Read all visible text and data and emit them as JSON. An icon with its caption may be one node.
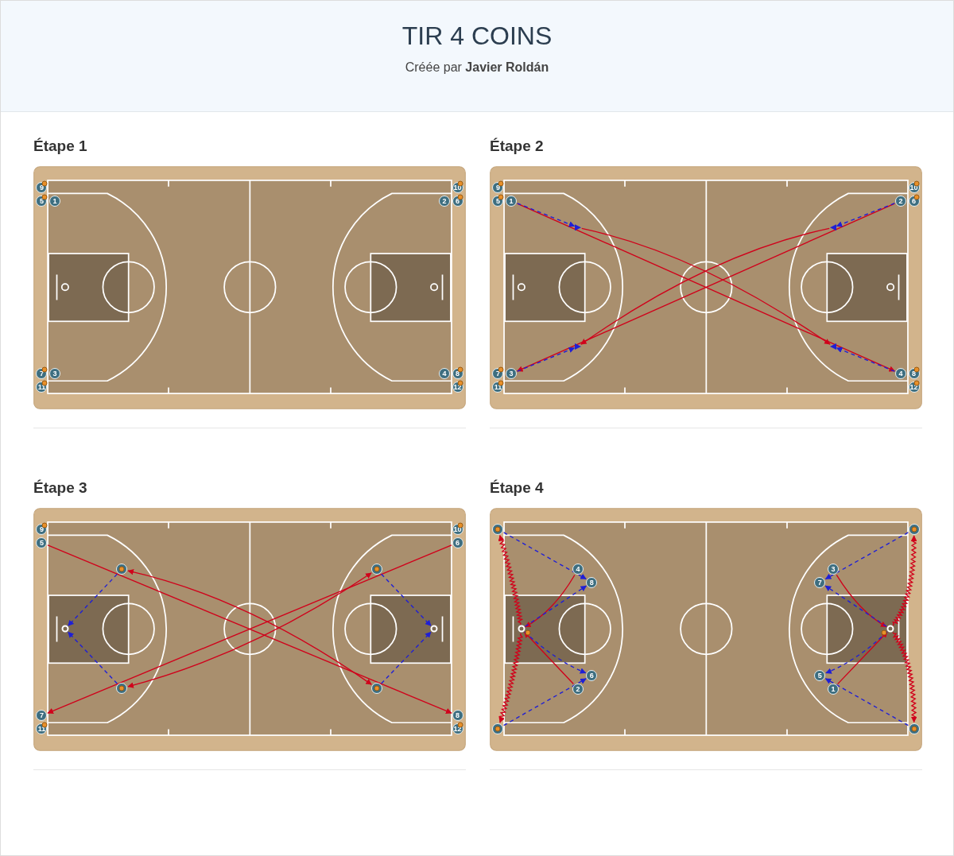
{
  "diagram": {
    "title": "TIR 4 COINS",
    "caption": "Créée par **Javier Roldán**",
    "nodes": [
      {
        "text": [
          "Étape 1"
        ]
      },
      {
        "text": [
          "9"
        ],
        "in": 0
      },
      {
        "text": [
          "10"
        ],
        "in": 0
      },
      {
        "text": [
          "5"
        ],
        "in": 0
      },
      {
        "text": [
          "1"
        ],
        "in": 0
      },
      {
        "text": [
          "2"
        ],
        "in": 0
      },
      {
        "text": [
          "6"
        ],
        "in": 0
      },
      {
        "text": [
          "7"
        ],
        "in": 0
      },
      {
        "text": [
          "3"
        ],
        "in": 0
      },
      {
        "text": [
          "4"
        ],
        "in": 0
      },
      {
        "text": [
          "8"
        ],
        "in": 0
      },
      {
        "text": [
          "11"
        ],
        "in": 0
      },
      {
        "text": [
          "12"
        ],
        "in": 0
      },
      {
        "text": [
          "Étape 2"
        ]
      },
      {
        "text": [
          "9"
        ],
        "in": 13
      },
      {
        "text": [
          "10"
        ],
        "in": 13
      },
      {
        "text": [
          "5"
        ],
        "in": 13
      },
      {
        "text": [
          "1"
        ],
        "in": 13
      },
      {
        "text": [
          "2"
        ],
        "in": 13
      },
      {
        "text": [
          "6"
        ],
        "in": 13
      },
      {
        "text": [],
        "shape": "triangle",
        "in": 13
      },
      {
        "text": [],
        "shape": "triangle",
        "in": 13
      },
      {
        "text": [],
        "shape": "triangle",
        "in": 13
      },
      {
        "text": [],
        "shape": "triangle",
        "in": 13
      },
      {
        "text": [
          "7"
        ],
        "in": 13
      },
      {
        "text": [
          "3"
        ],
        "in": 13
      },
      {
        "text": [
          "4"
        ],
        "in": 13
      },
      {
        "text": [
          "8"
        ],
        "in": 13
      },
      {
        "text": [
          "11"
        ],
        "in": 13
      },
      {
        "text": [
          "12"
        ],
        "in": 13
      },
      {
        "text": [
          "Étape 3"
        ]
      },
      {
        "text": [
          "9"
        ],
        "in": 30
      },
      {
        "text": [
          "10"
        ],
        "in": 30
      },
      {
        "text": [
          "5"
        ],
        "in": 30
      },
      {
        "text": [
          "6"
        ],
        "in": 30
      },
      {
        "text": [],
        "shape": "circle",
        "in": 30
      },
      {
        "text": [],
        "shape": "circle",
        "in": 30
      },
      {
        "text": [],
        "shape": "circle",
        "in": 30
      },
      {
        "text": [],
        "shape": "circle",
        "in": 30
      },
      {
        "text": [],
        "shape": "circle",
        "in": 30
      },
      {
        "text": [],
        "shape": "circle",
        "in": 30
      },
      {
        "text": [
          "7"
        ],
        "in": 30
      },
      {
        "text": [
          "8"
        ],
        "in": 30
      },
      {
        "text": [
          "11"
        ],
        "in": 30
      },
      {
        "text": [
          "12"
        ],
        "in": 30
      },
      {
        "text": [
          "Étape 4"
        ]
      },
      {
        "text": [],
        "shape": "circle",
        "in": 45
      },
      {
        "text": [],
        "shape": "circle",
        "in": 45
      },
      {
        "text": [
          "4"
        ],
        "in": 45
      },
      {
        "text": [
          "3"
        ],
        "in": 45
      },
      {
        "text": [
          "8"
        ],
        "in": 45
      },
      {
        "text": [
          "7"
        ],
        "in": 45
      },
      {
        "text": [],
        "shape": "circle",
        "in": 45
      },
      {
        "text": [],
        "shape": "circle",
        "in": 45
      },
      {
        "text": [
          "6"
        ],
        "in": 45
      },
      {
        "text": [
          "5"
        ],
        "in": 45
      },
      {
        "text": [
          "2"
        ],
        "in": 45
      },
      {
        "text": [
          "1"
        ],
        "in": 45
      },
      {
        "text": [],
        "shape": "circle",
        "in": 45
      },
      {
        "text": [],
        "shape": "circle",
        "in": 45
      }
    ],
    "edges": [
      {
        "from": 17,
        "to": 26,
        "arrow": "to"
      },
      {
        "from": 18,
        "to": 25,
        "arrow": "to"
      },
      {
        "from": 17,
        "to": 20,
        "arrow": "to",
        "style": "dashed",
        "color": "#1f1fd6"
      },
      {
        "from": 18,
        "to": 21,
        "arrow": "to",
        "style": "dashed",
        "color": "#1f1fd6"
      },
      {
        "from": 25,
        "to": 22,
        "arrow": "to",
        "style": "dashed",
        "color": "#1f1fd6"
      },
      {
        "from": 26,
        "to": 23,
        "arrow": "to",
        "style": "dashed",
        "color": "#1f1fd6"
      },
      {
        "from": 20,
        "to": 23,
        "arrow": "to"
      },
      {
        "from": 21,
        "to": 22,
        "arrow": "to"
      },
      {
        "from": 33,
        "to": 42,
        "arrow": "to"
      },
      {
        "from": 34,
        "to": 41,
        "arrow": "to"
      },
      {
        "from": 35,
        "to": 40,
        "arrow": "both"
      },
      {
        "from": 39,
        "to": 36,
        "arrow": "both"
      },
      {
        "from": 35,
        "to": 37,
        "arrow": "to",
        "style": "dashed",
        "color": "#1f1fd6"
      },
      {
        "from": 39,
        "to": 37,
        "arrow": "to",
        "style": "dashed",
        "color": "#1f1fd6"
      },
      {
        "from": 36,
        "to": 38,
        "arrow": "to",
        "style": "dashed",
        "color": "#1f1fd6"
      },
      {
        "from": 40,
        "to": 38,
        "arrow": "to",
        "style": "dashed",
        "color": "#1f1fd6"
      },
      {
        "from": 46,
        "to": 50,
        "arrow": "to",
        "style": "dashed",
        "color": "#1f1fd6"
      },
      {
        "from": 58,
        "to": 54,
        "arrow": "to",
        "style": "dashed",
        "color": "#1f1fd6"
      },
      {
        "from": 47,
        "to": 51,
        "arrow": "to",
        "style": "dashed",
        "color": "#1f1fd6"
      },
      {
        "from": 59,
        "to": 55,
        "arrow": "to",
        "style": "dashed",
        "color": "#1f1fd6"
      },
      {
        "from": 48,
        "to": 52,
        "arrow": "to"
      },
      {
        "from": 56,
        "to": 52,
        "arrow": "to"
      },
      {
        "from": 49,
        "to": 53,
        "arrow": "to"
      },
      {
        "from": 57,
        "to": 53,
        "arrow": "to"
      },
      {
        "from": 52,
        "to": 46,
        "arrow": "to"
      },
      {
        "from": 52,
        "to": 58,
        "arrow": "to"
      },
      {
        "from": 53,
        "to": 47,
        "arrow": "to"
      },
      {
        "from": 53,
        "to": 59,
        "arrow": "to"
      },
      {
        "from": 52,
        "to": 50,
        "arrow": "to",
        "style": "dashed",
        "color": "#1f1fd6"
      },
      {
        "from": 52,
        "to": 54,
        "arrow": "to",
        "style": "dashed",
        "color": "#1f1fd6"
      },
      {
        "from": 53,
        "to": 51,
        "arrow": "to",
        "style": "dashed",
        "color": "#1f1fd6"
      },
      {
        "from": 53,
        "to": 55,
        "arrow": "to",
        "style": "dashed",
        "color": "#1f1fd6"
      }
    ]
  }
}
